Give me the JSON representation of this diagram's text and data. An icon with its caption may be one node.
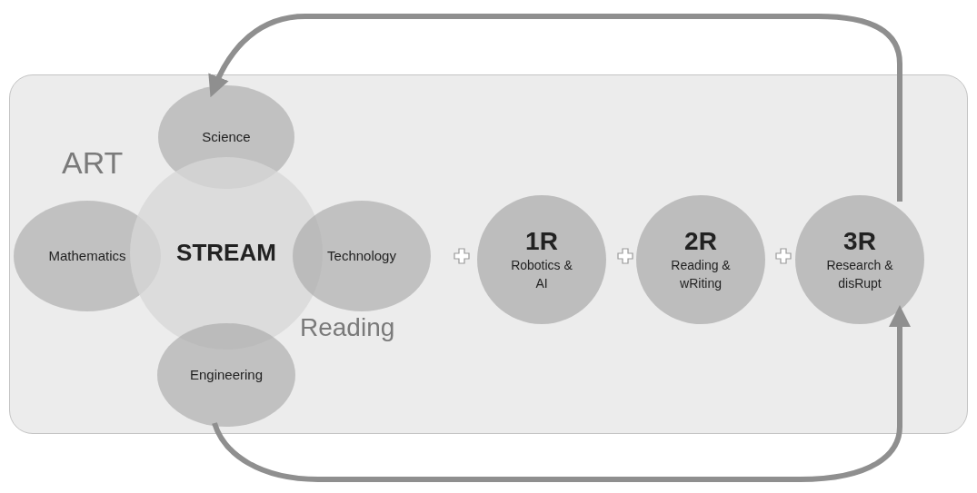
{
  "diagram": {
    "nodes": [
      {
        "text": [],
        "shape": "box"
      },
      {
        "text": [
          "Science"
        ],
        "in": 0
      },
      {
        "text": [
          "Mathematics"
        ],
        "in": 0
      },
      {
        "text": [
          "STREAM"
        ],
        "in": 0
      },
      {
        "text": [
          "Technology"
        ],
        "in": 0
      },
      {
        "text": [
          "Engineering"
        ],
        "in": 0
      },
      {
        "text": [
          "1R",
          "Robotics & AI"
        ],
        "in": 0
      },
      {
        "text": [
          "2R",
          "Reading & wRiting"
        ],
        "in": 0
      },
      {
        "text": [
          "3R",
          "Research & disRupt"
        ],
        "in": 0
      }
    ],
    "edges": [
      {
        "from": 8,
        "to": 1,
        "arrow": "to"
      },
      {
        "from": 5,
        "to": 8,
        "arrow": "to"
      }
    ],
    "labels": [
      "ART",
      "Reading"
    ]
  }
}
